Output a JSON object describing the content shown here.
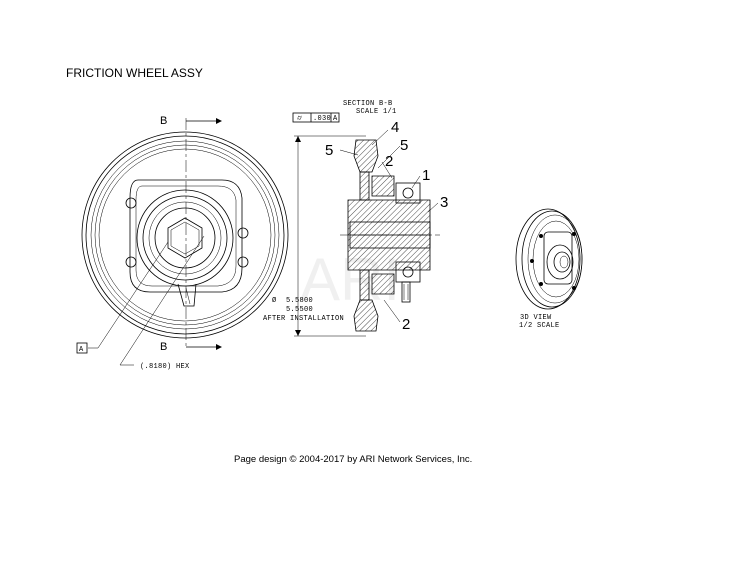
{
  "title": "FRICTION WHEEL ASSY",
  "front_view": {
    "section_label_top": "B",
    "section_label_bottom": "B",
    "datum_label": "A",
    "hex_note": "(.8180) HEX"
  },
  "section_view": {
    "title": "SECTION B-B",
    "scale": "SCALE 1/1",
    "tolerance_frame": {
      "symbol": "⌭",
      "value": ".030",
      "datum": "A"
    },
    "diameter_max": "5.5800",
    "diameter_min": "5.5500",
    "diameter_symbol": "Ø",
    "diameter_note": "AFTER INSTALLATION",
    "callouts": [
      "4",
      "5",
      "5",
      "2",
      "1",
      "3",
      "2"
    ]
  },
  "iso_view": {
    "title": "3D VIEW",
    "scale": "1/2 SCALE"
  },
  "watermark": "ARI",
  "copyright": "Page design © 2004-2017 by ARI Network Services, Inc."
}
